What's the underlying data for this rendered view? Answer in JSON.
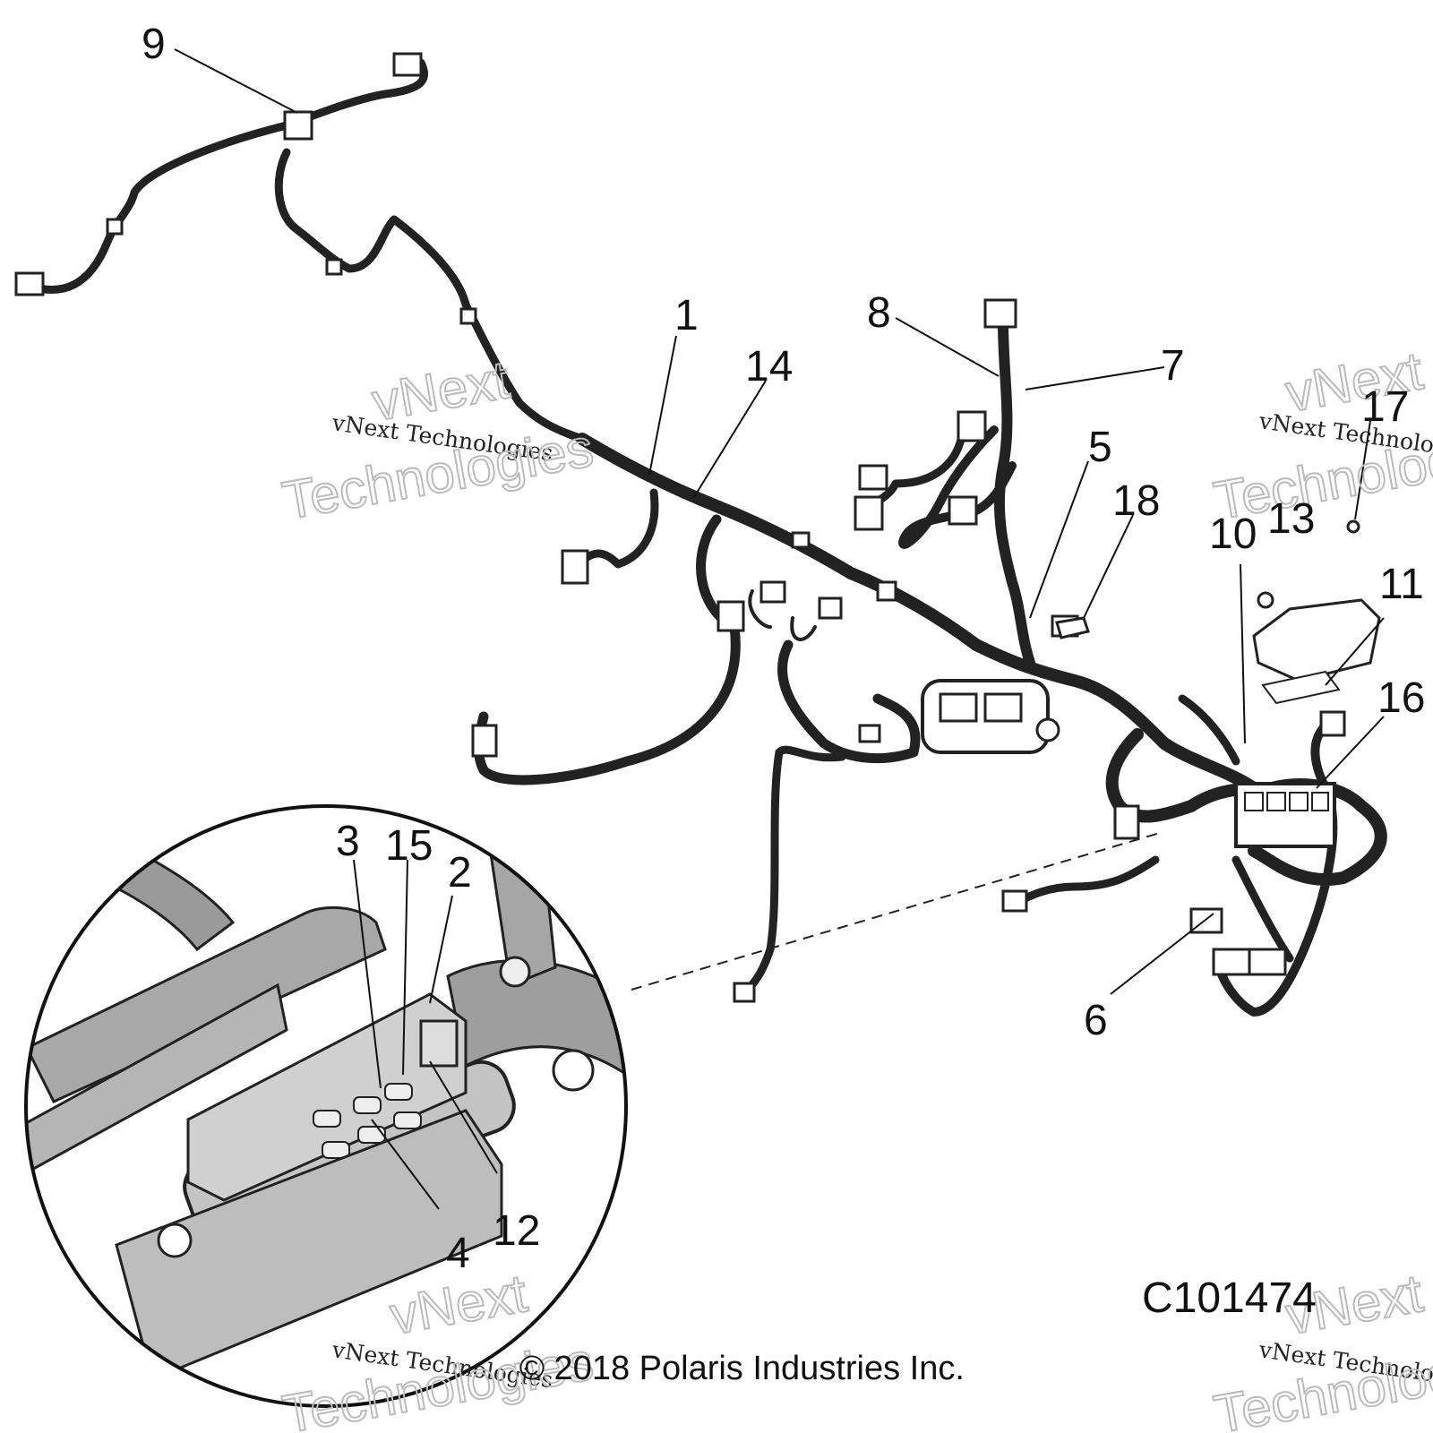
{
  "callouts": [
    {
      "id": "9",
      "label": "9"
    },
    {
      "id": "1",
      "label": "1"
    },
    {
      "id": "14",
      "label": "14"
    },
    {
      "id": "8",
      "label": "8"
    },
    {
      "id": "7",
      "label": "7"
    },
    {
      "id": "5",
      "label": "5"
    },
    {
      "id": "18",
      "label": "18"
    },
    {
      "id": "17",
      "label": "17"
    },
    {
      "id": "13",
      "label": "13"
    },
    {
      "id": "10",
      "label": "10"
    },
    {
      "id": "11",
      "label": "11"
    },
    {
      "id": "16",
      "label": "16"
    },
    {
      "id": "6",
      "label": "6"
    },
    {
      "id": "3",
      "label": "3"
    },
    {
      "id": "15",
      "label": "15"
    },
    {
      "id": "2",
      "label": "2"
    },
    {
      "id": "12",
      "label": "12"
    },
    {
      "id": "4",
      "label": "4"
    }
  ],
  "figure_code": "C101474",
  "copyright": "© 2018 Polaris Industries Inc.",
  "watermark": {
    "small": "vNext Technologies",
    "big_line1": "vNext",
    "big_line2": "Technologies"
  }
}
